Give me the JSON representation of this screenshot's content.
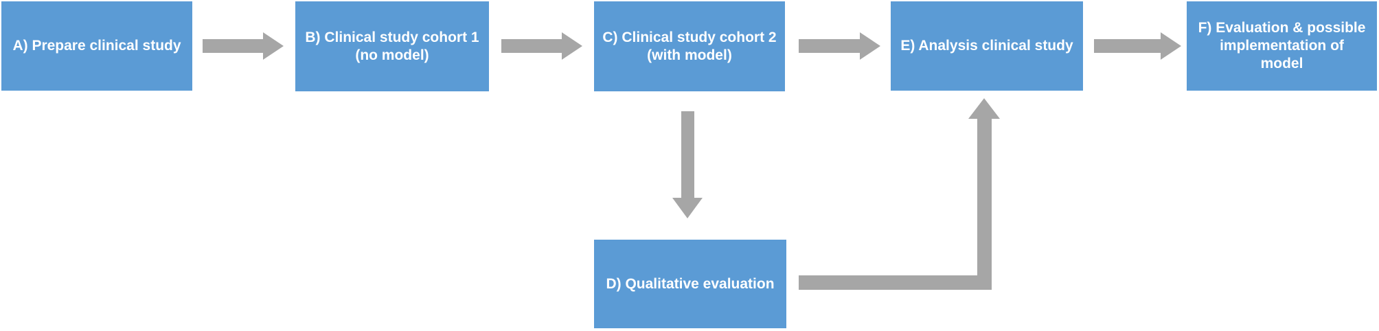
{
  "diagram": {
    "type": "flowchart",
    "boxes": [
      {
        "id": "A",
        "label": "A) Prepare clinical study"
      },
      {
        "id": "B",
        "label": "B) Clinical study cohort 1\n(no model)"
      },
      {
        "id": "C",
        "label": "C) Clinical study cohort 2\n(with model)"
      },
      {
        "id": "D",
        "label": "D) Qualitative evaluation"
      },
      {
        "id": "E",
        "label": "E) Analysis clinical study"
      },
      {
        "id": "F",
        "label": "F) Evaluation & possible\nimplementation of\nmodel"
      }
    ],
    "connections": [
      {
        "from": "A",
        "to": "B",
        "style": "straight-right"
      },
      {
        "from": "B",
        "to": "C",
        "style": "straight-right"
      },
      {
        "from": "C",
        "to": "E",
        "style": "straight-right"
      },
      {
        "from": "E",
        "to": "F",
        "style": "straight-right"
      },
      {
        "from": "C",
        "to": "D",
        "style": "straight-down"
      },
      {
        "from": "D",
        "to": "E",
        "style": "elbow-right-up"
      }
    ],
    "colors": {
      "box_fill": "#5B9BD5",
      "box_text": "#FFFFFF",
      "arrow": "#A6A6A6",
      "background": "#FFFFFF"
    }
  }
}
